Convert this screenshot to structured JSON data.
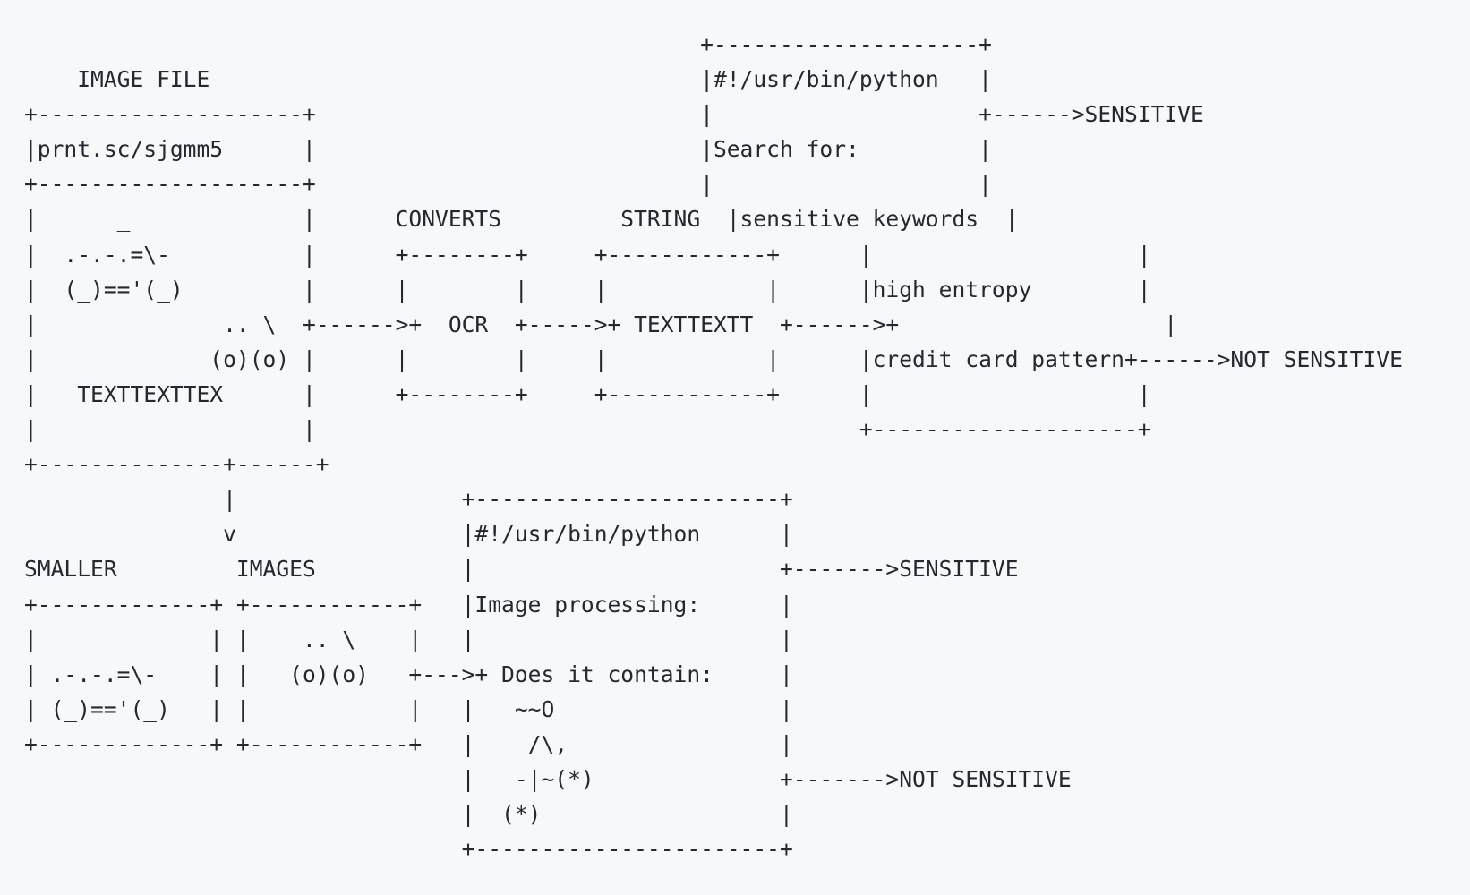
{
  "lines": [
    "                                                   +--------------------+",
    "    IMAGE FILE                                     |#!/usr/bin/python   |",
    "+--------------------+                             |                    +------>SENSITIVE",
    "|prnt.sc/sjgmm5      |                             |Search for:         |",
    "+--------------------+                             |                    |",
    "|      _             |      CONVERTS         STRING  |sensitive keywords  |",
    "|  .-.-.=\\-          |      +--------+     +------------+      |                    |",
    "|  (_)=='(_)         |      |        |     |            |      |high entropy        |",
    "|              .._\\  +------>+  OCR  +----->+ TEXTTEXTT  +------>+                    |",
    "|             (o)(o) |      |        |     |            |      |credit card pattern+------>NOT SENSITIVE",
    "|   TEXTTEXTTEX      |      +--------+     +------------+      |                    |",
    "|                    |                                         +--------------------+",
    "+--------------+------+",
    "               |                 +-----------------------+",
    "               v                 |#!/usr/bin/python      |",
    "SMALLER         IMAGES           |                       +------->SENSITIVE",
    "+-------------+ +------------+   |Image processing:      |",
    "|    _        | |    .._\\    |   |                       |",
    "| .-.-.=\\-    | |   (o)(o)   +--->+ Does it contain:     |",
    "| (_)=='(_)   | |            |   |   ~~O                 |",
    "+-------------+ +------------+   |    /\\,                |",
    "                                 |   -|~(*)              +------->NOT SENSITIVE",
    "                                 |  (*)                  |",
    "                                 +-----------------------+"
  ]
}
